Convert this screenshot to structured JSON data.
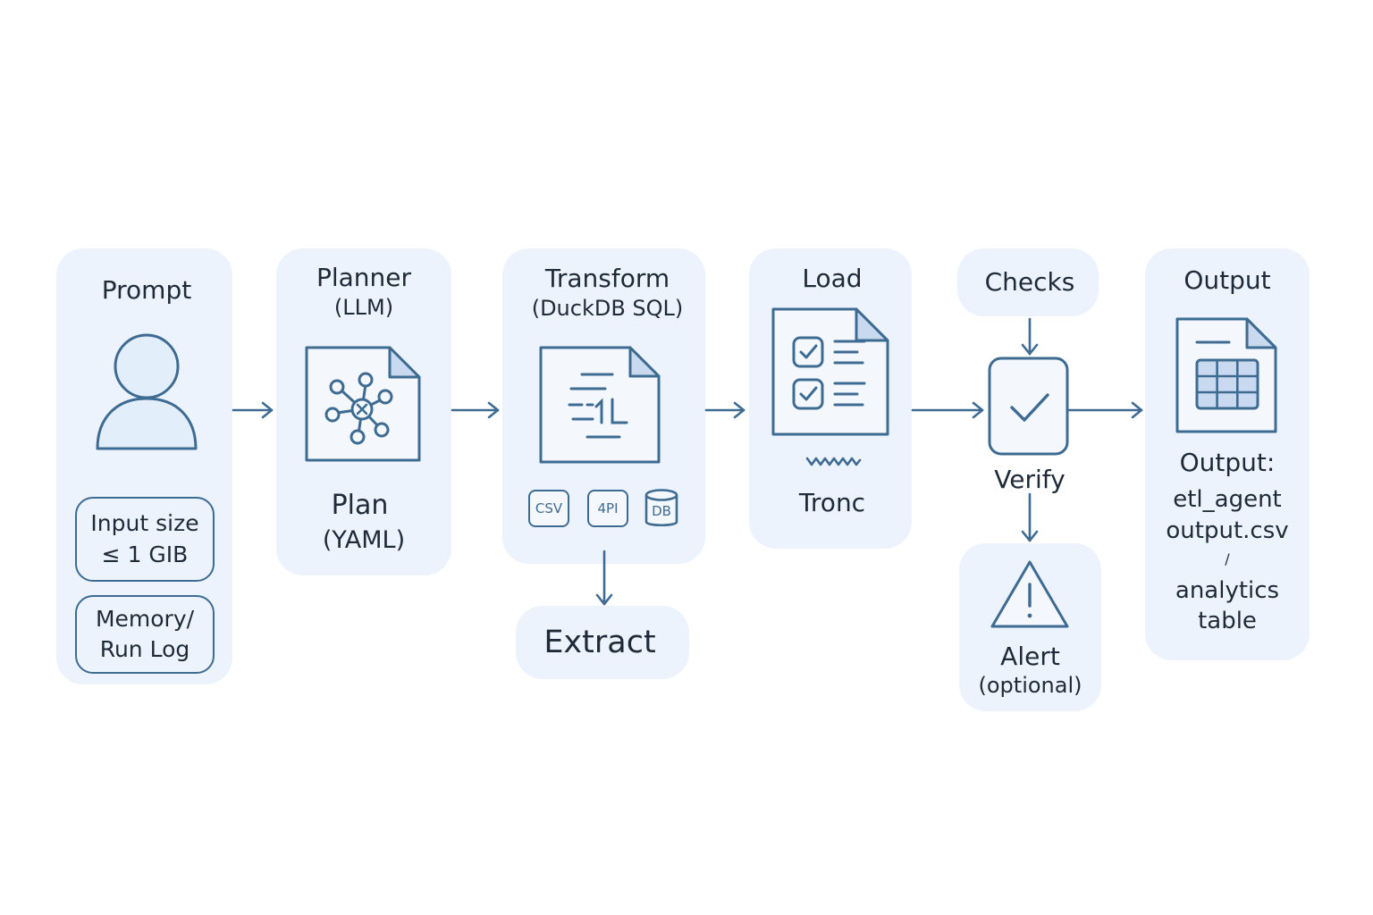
{
  "stages": {
    "prompt": {
      "title": "Prompt",
      "input_size_line1": "Input size",
      "input_size_line2": "≤ 1 GIB",
      "memory_line1": "Memory/",
      "memory_line2": "Run Log"
    },
    "planner": {
      "title_line1": "Planner",
      "title_line2": "(LLM)",
      "plan_line1": "Plan",
      "plan_line2": "(YAML)"
    },
    "transform": {
      "title": "Transform",
      "subtitle": "(DuckDB SQL)",
      "sources": [
        "CSV",
        "4PI",
        "DB"
      ]
    },
    "extract": {
      "label": "Extract"
    },
    "load": {
      "title": "Load",
      "label": "Tronc"
    },
    "checks": {
      "label": "Checks"
    },
    "verify": {
      "label": "Verify"
    },
    "alert": {
      "title": "Alert",
      "subtitle": "(optional)"
    },
    "output": {
      "title": "Output",
      "label": "Output:",
      "line1": "etl_agent",
      "line2": "output.csv",
      "line3": "/",
      "line4": "analytics",
      "line5": "table"
    }
  },
  "colors": {
    "panel": "#ecf3fc",
    "stroke": "#3e6b91",
    "icon_fill": "#e3eefb",
    "fold_fill": "#c9daf0",
    "text": "#1f2a38"
  },
  "icons": [
    "user-icon",
    "network-document-icon",
    "sql-document-icon",
    "checklist-document-icon",
    "checkmark-icon",
    "warning-icon",
    "table-document-icon",
    "database-icon"
  ]
}
